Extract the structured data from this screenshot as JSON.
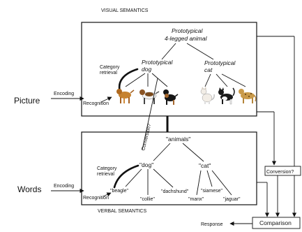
{
  "titles": {
    "visual": "VISUAL SEMANTICS",
    "verbal": "VERBAL SEMANTICS"
  },
  "inputs": {
    "picture": "Picture",
    "words": "Words"
  },
  "labels": {
    "encoding_top": "Encoding",
    "recognition_top": "Recognition",
    "encoding_bottom": "Encoding",
    "recognition_bottom": "Recognition",
    "category_retrieval_top": "Category retrieval",
    "category_retrieval_bottom": "Category retrieval",
    "conversion_diagonal": "Conversion?",
    "conversion_box": "Conversion?",
    "comparison": "Comparison",
    "response": "Response"
  },
  "visual_nodes": {
    "animal": "Prototypical 4-legged animal",
    "dog": "Prototypical dog",
    "cat": "Prototypical cat"
  },
  "verbal_nodes": {
    "animals": "\"animals\"",
    "dog": "\"dog\"",
    "cat": "\"cat\"",
    "beagle": "\"beagle\"",
    "collie": "\"collie\"",
    "dachshund": "\"dachshund\"",
    "siamese": "\"siamese\"",
    "manx": "\"manx\"",
    "jaguar": "\"jaguar\""
  },
  "icons": [
    "beagle-icon",
    "hound-icon",
    "black-dog-icon",
    "white-cat-icon",
    "black-white-cat-icon",
    "jaguar-icon"
  ]
}
